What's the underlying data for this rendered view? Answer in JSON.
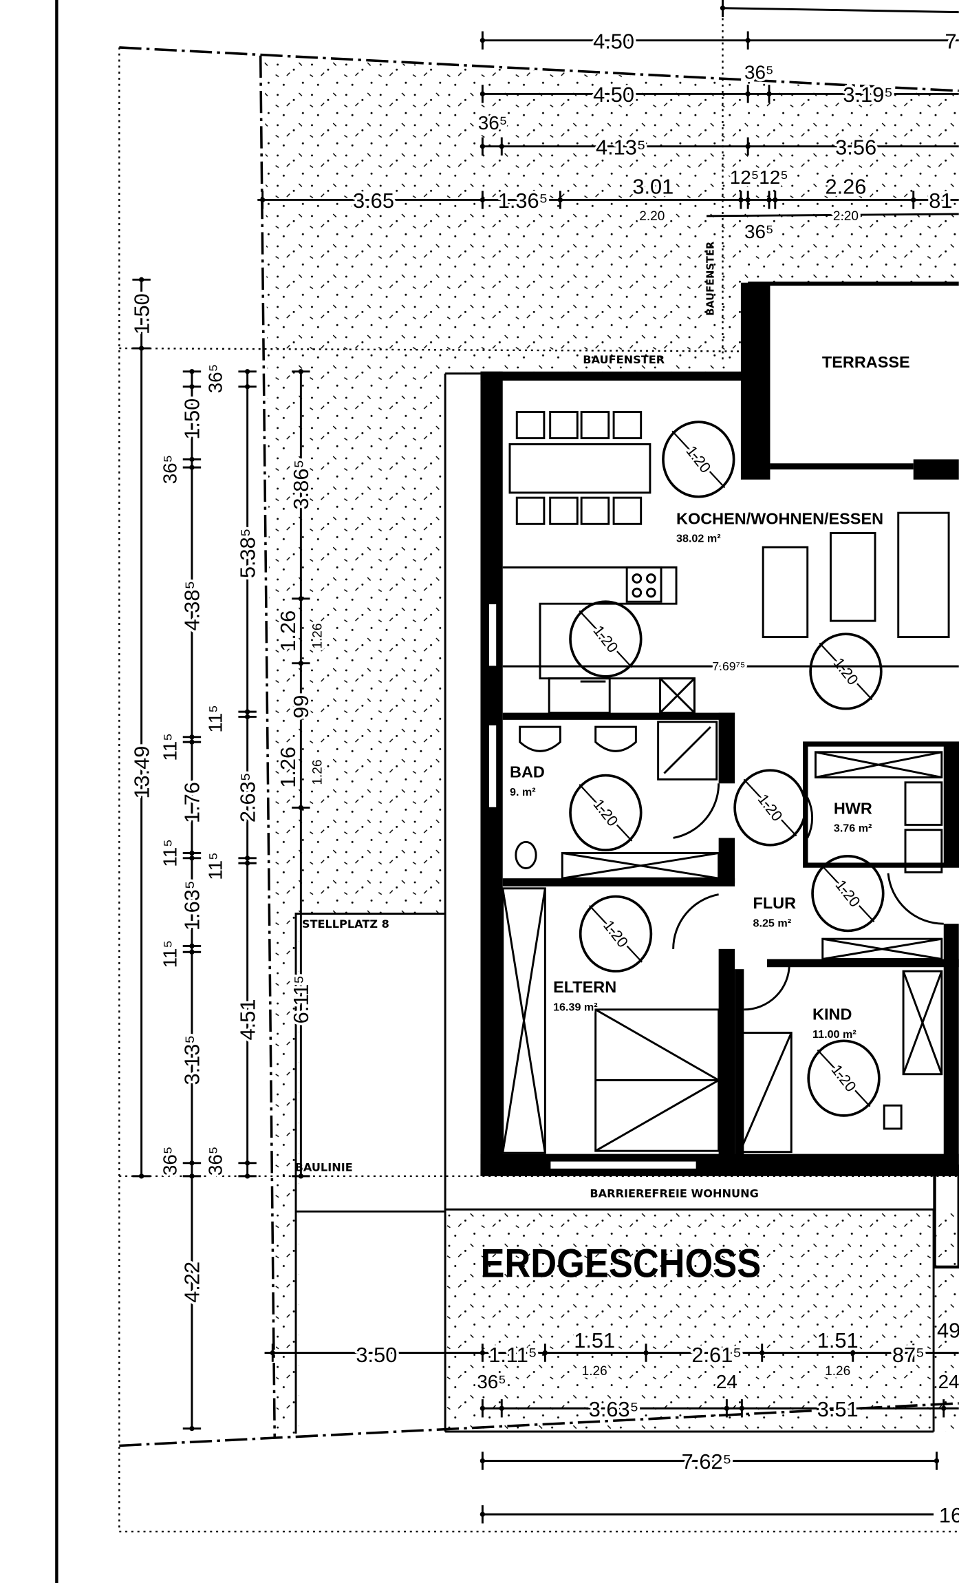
{
  "title": "ERDGESCHOSS",
  "unit_label": "BARRIEREFREIE WOHNUNG",
  "labels": {
    "terrasse": "TERRASSE",
    "baufenster_h": "BAUFENSTER",
    "baufenster_v": "BAUFENSTER",
    "stellplatz": "STELLPLATZ 8",
    "baulinie": "BAULINIE"
  },
  "rooms": [
    {
      "name": "KOCHEN/WOHNEN/ESSEN",
      "area": "38.02 m²"
    },
    {
      "name": "BAD",
      "area": "9. m²"
    },
    {
      "name": "HWR",
      "area": "3.76 m²"
    },
    {
      "name": "FLUR",
      "area": "8.25 m²"
    },
    {
      "name": "ELTERN",
      "area": "16.39 m²"
    },
    {
      "name": "KIND",
      "area": "11.00 m²"
    }
  ],
  "turning_circle": "1.20",
  "dims": {
    "top": [
      "4.50",
      "7",
      "36⁵",
      "4.50",
      "3.19⁵",
      "36⁵",
      "4.13⁵",
      "3.56",
      "3.65",
      "1.36⁵",
      "3.01",
      "2.20",
      "12⁵12⁵",
      "2.26",
      "2.20",
      "81",
      "36⁵"
    ],
    "left": [
      "1.50",
      "13.49",
      "36⁵",
      "1.50",
      "36⁵",
      "4.38⁵",
      "11⁵",
      "1.76",
      "11⁵",
      "1.63⁵",
      "11⁵",
      "3.13⁵",
      "36⁵",
      "36⁵",
      "4.22",
      "5.38⁵",
      "11⁵",
      "2.63⁵",
      "11⁵",
      "4.51",
      "3.86⁵",
      "1.26",
      "1.26",
      "99",
      "1.26",
      "1.26",
      "6.11⁵"
    ],
    "bottom": [
      "3.50",
      "1.11⁵",
      "1.51",
      "1.26",
      "2.61⁵",
      "1.51",
      "1.26",
      "87⁵",
      "49",
      "36⁵",
      "24",
      "24",
      "3.63⁵",
      "3.51",
      "7.62⁵",
      "16"
    ],
    "interior": [
      "7.69⁷⁵"
    ]
  }
}
